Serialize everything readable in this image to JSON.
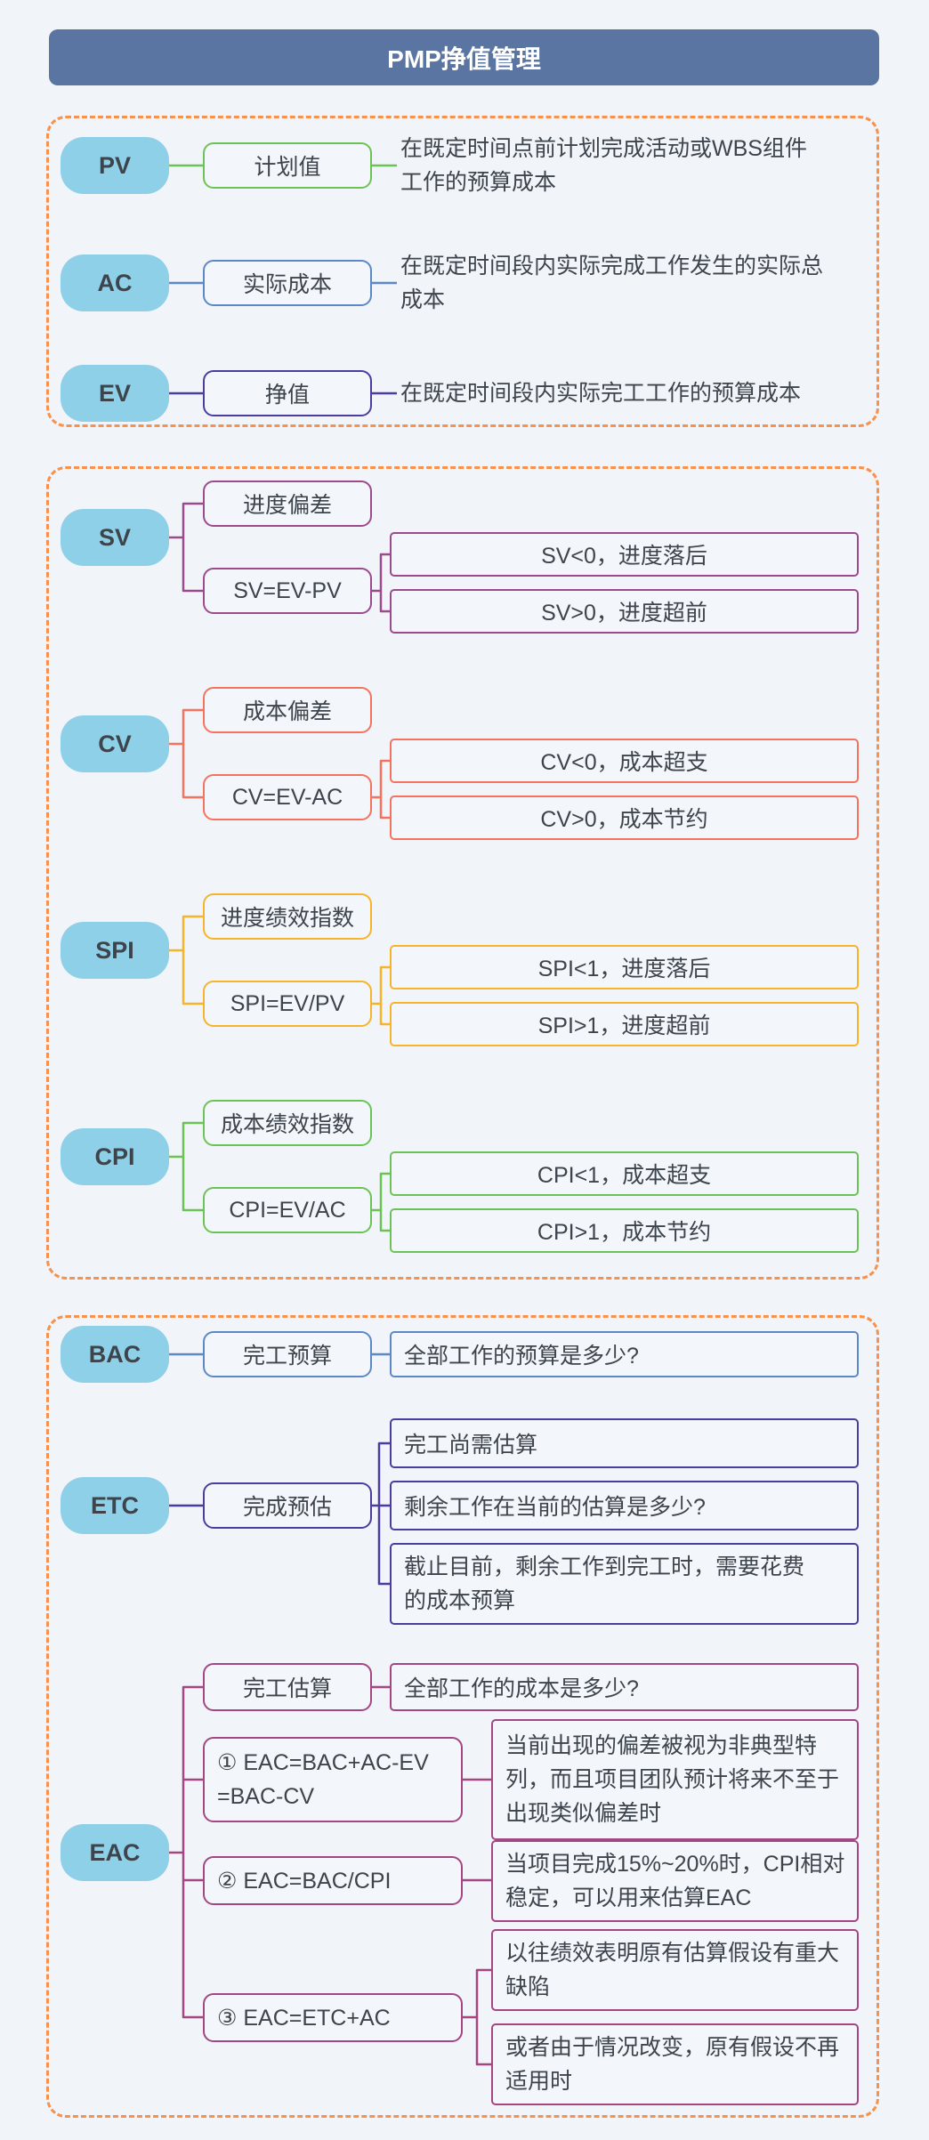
{
  "title": "PMP挣值管理",
  "palette": {
    "title_bg": "#5b75a2",
    "section_border": "#f8914b",
    "node_fill": "#8fd0e9",
    "text": "#3e444c",
    "green": "#6cc355",
    "blue": "#5c88c6",
    "indigo": "#4a3d9e",
    "purple": "#9b4a8b",
    "coral": "#f5735e",
    "amber": "#f6b42b",
    "plum": "#a34682"
  },
  "basics": {
    "pv": {
      "node": "PV",
      "label": "计划值",
      "desc": "在既定时间点前计划完成活动或WBS组件\n工作的预算成本"
    },
    "ac": {
      "node": "AC",
      "label": "实际成本",
      "desc": "在既定时间段内实际完成工作发生的实际总\n成本"
    },
    "ev": {
      "node": "EV",
      "label": "挣值",
      "desc": "在既定时间段内实际完工工作的预算成本"
    }
  },
  "indicators": {
    "sv": {
      "node": "SV",
      "label": "进度偏差",
      "formula": "SV=EV-PV",
      "cases": [
        "SV<0，进度落后",
        "SV>0，进度超前"
      ]
    },
    "cv": {
      "node": "CV",
      "label": "成本偏差",
      "formula": "CV=EV-AC",
      "cases": [
        "CV<0，成本超支",
        "CV>0，成本节约"
      ]
    },
    "spi": {
      "node": "SPI",
      "label": "进度绩效指数",
      "formula": "SPI=EV/PV",
      "cases": [
        "SPI<1，进度落后",
        "SPI>1，进度超前"
      ]
    },
    "cpi": {
      "node": "CPI",
      "label": "成本绩效指数",
      "formula": "CPI=EV/AC",
      "cases": [
        "CPI<1，成本超支",
        "CPI>1，成本节约"
      ]
    }
  },
  "forecasts": {
    "bac": {
      "node": "BAC",
      "label": "完工预算",
      "question": "全部工作的预算是多少?"
    },
    "etc": {
      "node": "ETC",
      "label": "完成预估",
      "notes": [
        "完工尚需估算",
        "剩余工作在当前的估算是多少?",
        "截止目前，剩余工作到完工时，需要花费\n的成本预算"
      ]
    },
    "eac": {
      "node": "EAC",
      "label": "完工估算",
      "question": "全部工作的成本是多少?",
      "f1": {
        "formula": "① EAC=BAC+AC-EV\n=BAC-CV",
        "note": "当前出现的偏差被视为非典型特\n列，而且项目团队预计将来不至于\n出现类似偏差时"
      },
      "f2": {
        "formula": "② EAC=BAC/CPI",
        "note": "当项目完成15%~20%时，CPI相对\n稳定，可以用来估算EAC"
      },
      "f3": {
        "formula": "③ EAC=ETC+AC",
        "notes": [
          "以往绩效表明原有估算假设有重大\n缺陷",
          "或者由于情况改变，原有假设不再\n适用时"
        ]
      }
    }
  }
}
